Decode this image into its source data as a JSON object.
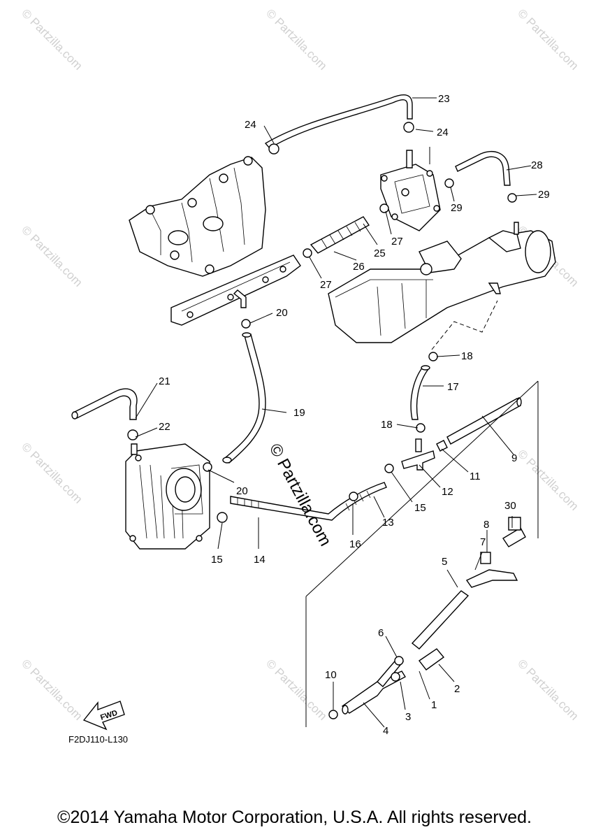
{
  "diagram": {
    "callouts": [
      "1",
      "2",
      "3",
      "4",
      "5",
      "6",
      "7",
      "8",
      "9",
      "10",
      "11",
      "12",
      "13",
      "14",
      "15",
      "15",
      "16",
      "17",
      "18",
      "18",
      "19",
      "20",
      "20",
      "21",
      "22",
      "23",
      "24",
      "24",
      "25",
      "26",
      "27",
      "27",
      "28",
      "29",
      "29",
      "30"
    ],
    "drawing_code": "F2DJ110-L130",
    "fwd_label": "FWD",
    "watermark_center": "© Partzilla.com",
    "watermark_tile": "© Partzilla.com"
  },
  "footer": {
    "copyright": "©2014 Yamaha Motor Corporation, U.S.A. All rights reserved."
  }
}
